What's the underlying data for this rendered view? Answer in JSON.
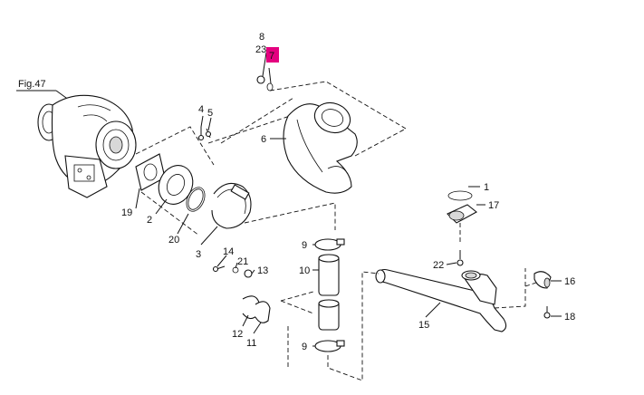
{
  "figure": {
    "reference": "Fig.47"
  },
  "highlight_color": "#e4007f",
  "callouts": {
    "c1": "1",
    "c2": "2",
    "c3": "3",
    "c4": "4",
    "c5": "5",
    "c6": "6",
    "c7": "7",
    "c8": "8",
    "c9": "9",
    "c10": "10",
    "c11": "11",
    "c12": "12",
    "c13": "13",
    "c14": "14",
    "c15": "15",
    "c16": "16",
    "c17": "17",
    "c18": "18",
    "c19": "19",
    "c20": "20",
    "c21": "21",
    "c22": "22",
    "c23": "23"
  },
  "highlighted_callout": "7"
}
